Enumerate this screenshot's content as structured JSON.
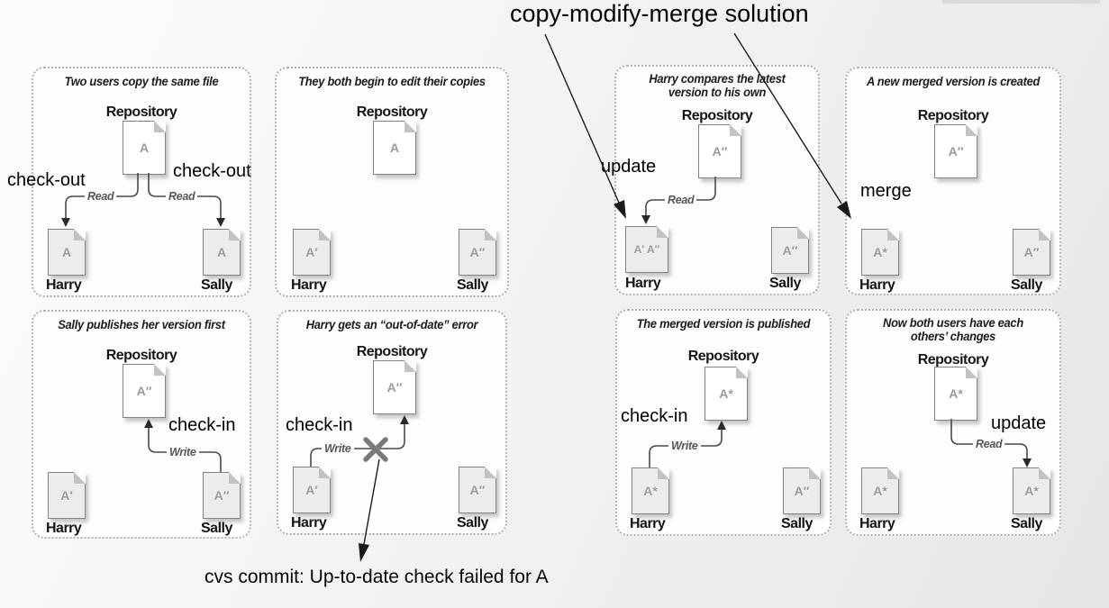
{
  "title": "copy-modify-merge solution",
  "bottom_note": "cvs commit: Up-to-date check failed for A",
  "annotations": {
    "checkout_left": "check-out",
    "checkout_right": "check-out",
    "checkin_sally": "check-in",
    "checkin_harry": "check-in",
    "checkin_merged": "check-in",
    "update_top": "update",
    "update_bottom": "update",
    "merge": "merge"
  },
  "panels": [
    {
      "caption": "Two users copy the same file",
      "repo_label": "Repository",
      "repo_doc": "A",
      "left_doc": "A",
      "right_doc": "A",
      "left_user": "Harry",
      "right_user": "Sally",
      "left_wire": "Read",
      "right_wire": "Read"
    },
    {
      "caption": "They both begin to edit their copies",
      "repo_label": "Repository",
      "repo_doc": "A",
      "left_doc": "A′",
      "right_doc": "A″",
      "left_user": "Harry",
      "right_user": "Sally"
    },
    {
      "caption": "Sally publishes her version first",
      "repo_label": "Repository",
      "repo_doc": "A″",
      "left_doc": "A′",
      "right_doc": "A″",
      "left_user": "Harry",
      "right_user": "Sally",
      "wire": "Write"
    },
    {
      "caption": "Harry gets an “out-of-date” error",
      "repo_label": "Repository",
      "repo_doc": "A″",
      "left_doc": "A′",
      "right_doc": "A″",
      "left_user": "Harry",
      "right_user": "Sally",
      "wire": "Write"
    },
    {
      "caption": "Harry compares the latest version to his own",
      "repo_label": "Repository",
      "repo_doc": "A″",
      "left_doc": "A′ A″",
      "right_doc": "A″",
      "left_user": "Harry",
      "right_user": "Sally",
      "wire": "Read"
    },
    {
      "caption": "A new merged version is created",
      "repo_label": "Repository",
      "repo_doc": "A″",
      "left_doc": "A*",
      "right_doc": "A″",
      "left_user": "Harry",
      "right_user": "Sally"
    },
    {
      "caption": "The merged version is published",
      "repo_label": "Repository",
      "repo_doc": "A*",
      "left_doc": "A*",
      "right_doc": "A″",
      "left_user": "Harry",
      "right_user": "Sally",
      "wire": "Write"
    },
    {
      "caption": "Now both users have each others’ changes",
      "repo_label": "Repository",
      "repo_doc": "A*",
      "left_doc": "A*",
      "right_doc": "A*",
      "left_user": "Harry",
      "right_user": "Sally",
      "wire": "Read"
    }
  ],
  "colors": {
    "annotation": "#000000",
    "wire": "#4a4a4a",
    "error_x": "#7a7a7a",
    "panel_bg": "#fdfdfd",
    "repo_doc_fill": "#ffffff",
    "user_doc_fill": "#ececec",
    "doc_label": "#9a9a9a"
  }
}
